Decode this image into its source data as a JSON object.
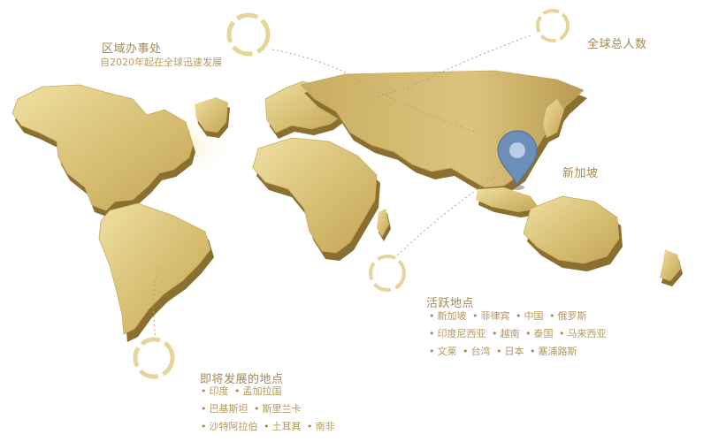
{
  "colors": {
    "gold": "#d8c070",
    "gold_dark": "#a8873e",
    "gold_side": "#8b6f30",
    "ring": "#e2cf8a",
    "pin": "#6b8fb8",
    "text": "#a6894e"
  },
  "regional_office": {
    "title": "区域办事处",
    "subtitle": "自2020年起在全球迅速发展"
  },
  "global_total": {
    "title": "全球总人数"
  },
  "pin": {
    "label": "新加坡",
    "icon": "location-pin-icon"
  },
  "active_locations": {
    "title": "活跃地点",
    "rows": [
      [
        "新加坡",
        "菲律宾",
        "中国",
        "俄罗斯"
      ],
      [
        "印度尼西亚",
        "越南",
        "泰国",
        "马来西亚"
      ],
      [
        "文莱",
        "台湾",
        "日本",
        "塞浦路斯"
      ]
    ]
  },
  "upcoming_locations": {
    "title": "即将发展的地点",
    "rows": [
      [
        "印度",
        "孟加拉国"
      ],
      [
        "巴基斯坦",
        "斯里兰卡"
      ],
      [
        "沙特阿拉伯",
        "土耳其",
        "南非"
      ]
    ]
  }
}
